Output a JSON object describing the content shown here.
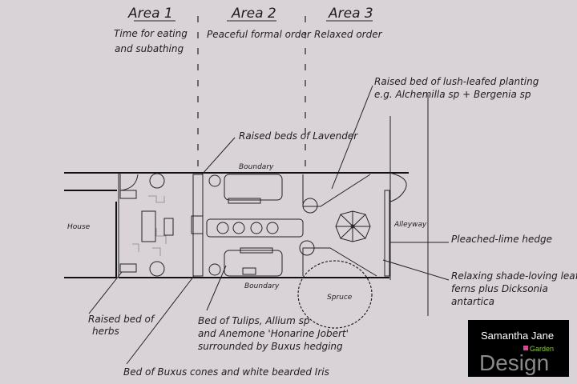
{
  "areas": [
    {
      "title": "Area 1",
      "description_lines": [
        "Time for eating",
        "and subathing"
      ]
    },
    {
      "title": "Area 2",
      "description_lines": [
        "Peaceful formal order"
      ]
    },
    {
      "title": "Area 3",
      "description_lines": [
        "Relaxed order"
      ]
    }
  ],
  "labels": {
    "lavender": "Raised beds of Lavender",
    "lush_line1": "Raised bed of lush-leafed planting",
    "lush_line2": "e.g. Alchemilla sp + Bergenia sp",
    "boundary_top": "Boundary",
    "boundary_bottom": "Boundary",
    "house": "House",
    "alleyway": "Alleyway",
    "hedge": "Pleached-lime hedge",
    "ferns_line1": "Relaxing shade-loving leafy",
    "ferns_line2": "ferns plus Dicksonia",
    "ferns_line3": "antartica",
    "spruce": "Spruce",
    "herbs_line1": "Raised bed of",
    "herbs_line2": "herbs",
    "tulips_line1": "Bed of Tulips, Allium sp",
    "tulips_line2": "and Anemone 'Honarine Jobert'",
    "tulips_line3": "surrounded by Buxus hedging",
    "buxus": "Bed of Buxus cones and white bearded Iris"
  },
  "logo": {
    "line1": "Samantha Jane",
    "line2": "Design",
    "tag": "Garden",
    "colors": {
      "background": "#000000",
      "design": "#8a8a8a",
      "garden": "#8cc63f",
      "square": "#d9478f"
    }
  }
}
